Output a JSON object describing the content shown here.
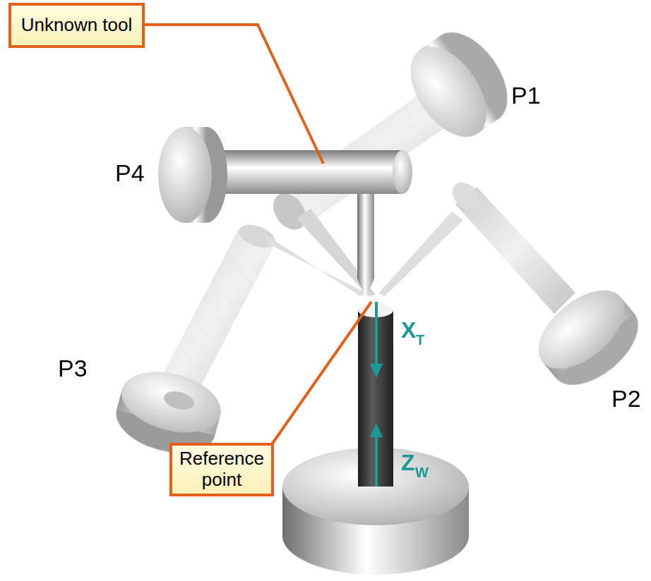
{
  "diagram": {
    "nodes": [
      {
        "text": [
          "Unknown tool"
        ]
      },
      {
        "text": [
          "Reference point"
        ]
      }
    ],
    "labels": [
      "P1",
      "P4",
      "P3",
      "P2",
      "X",
      "T",
      "Z",
      "W"
    ]
  }
}
